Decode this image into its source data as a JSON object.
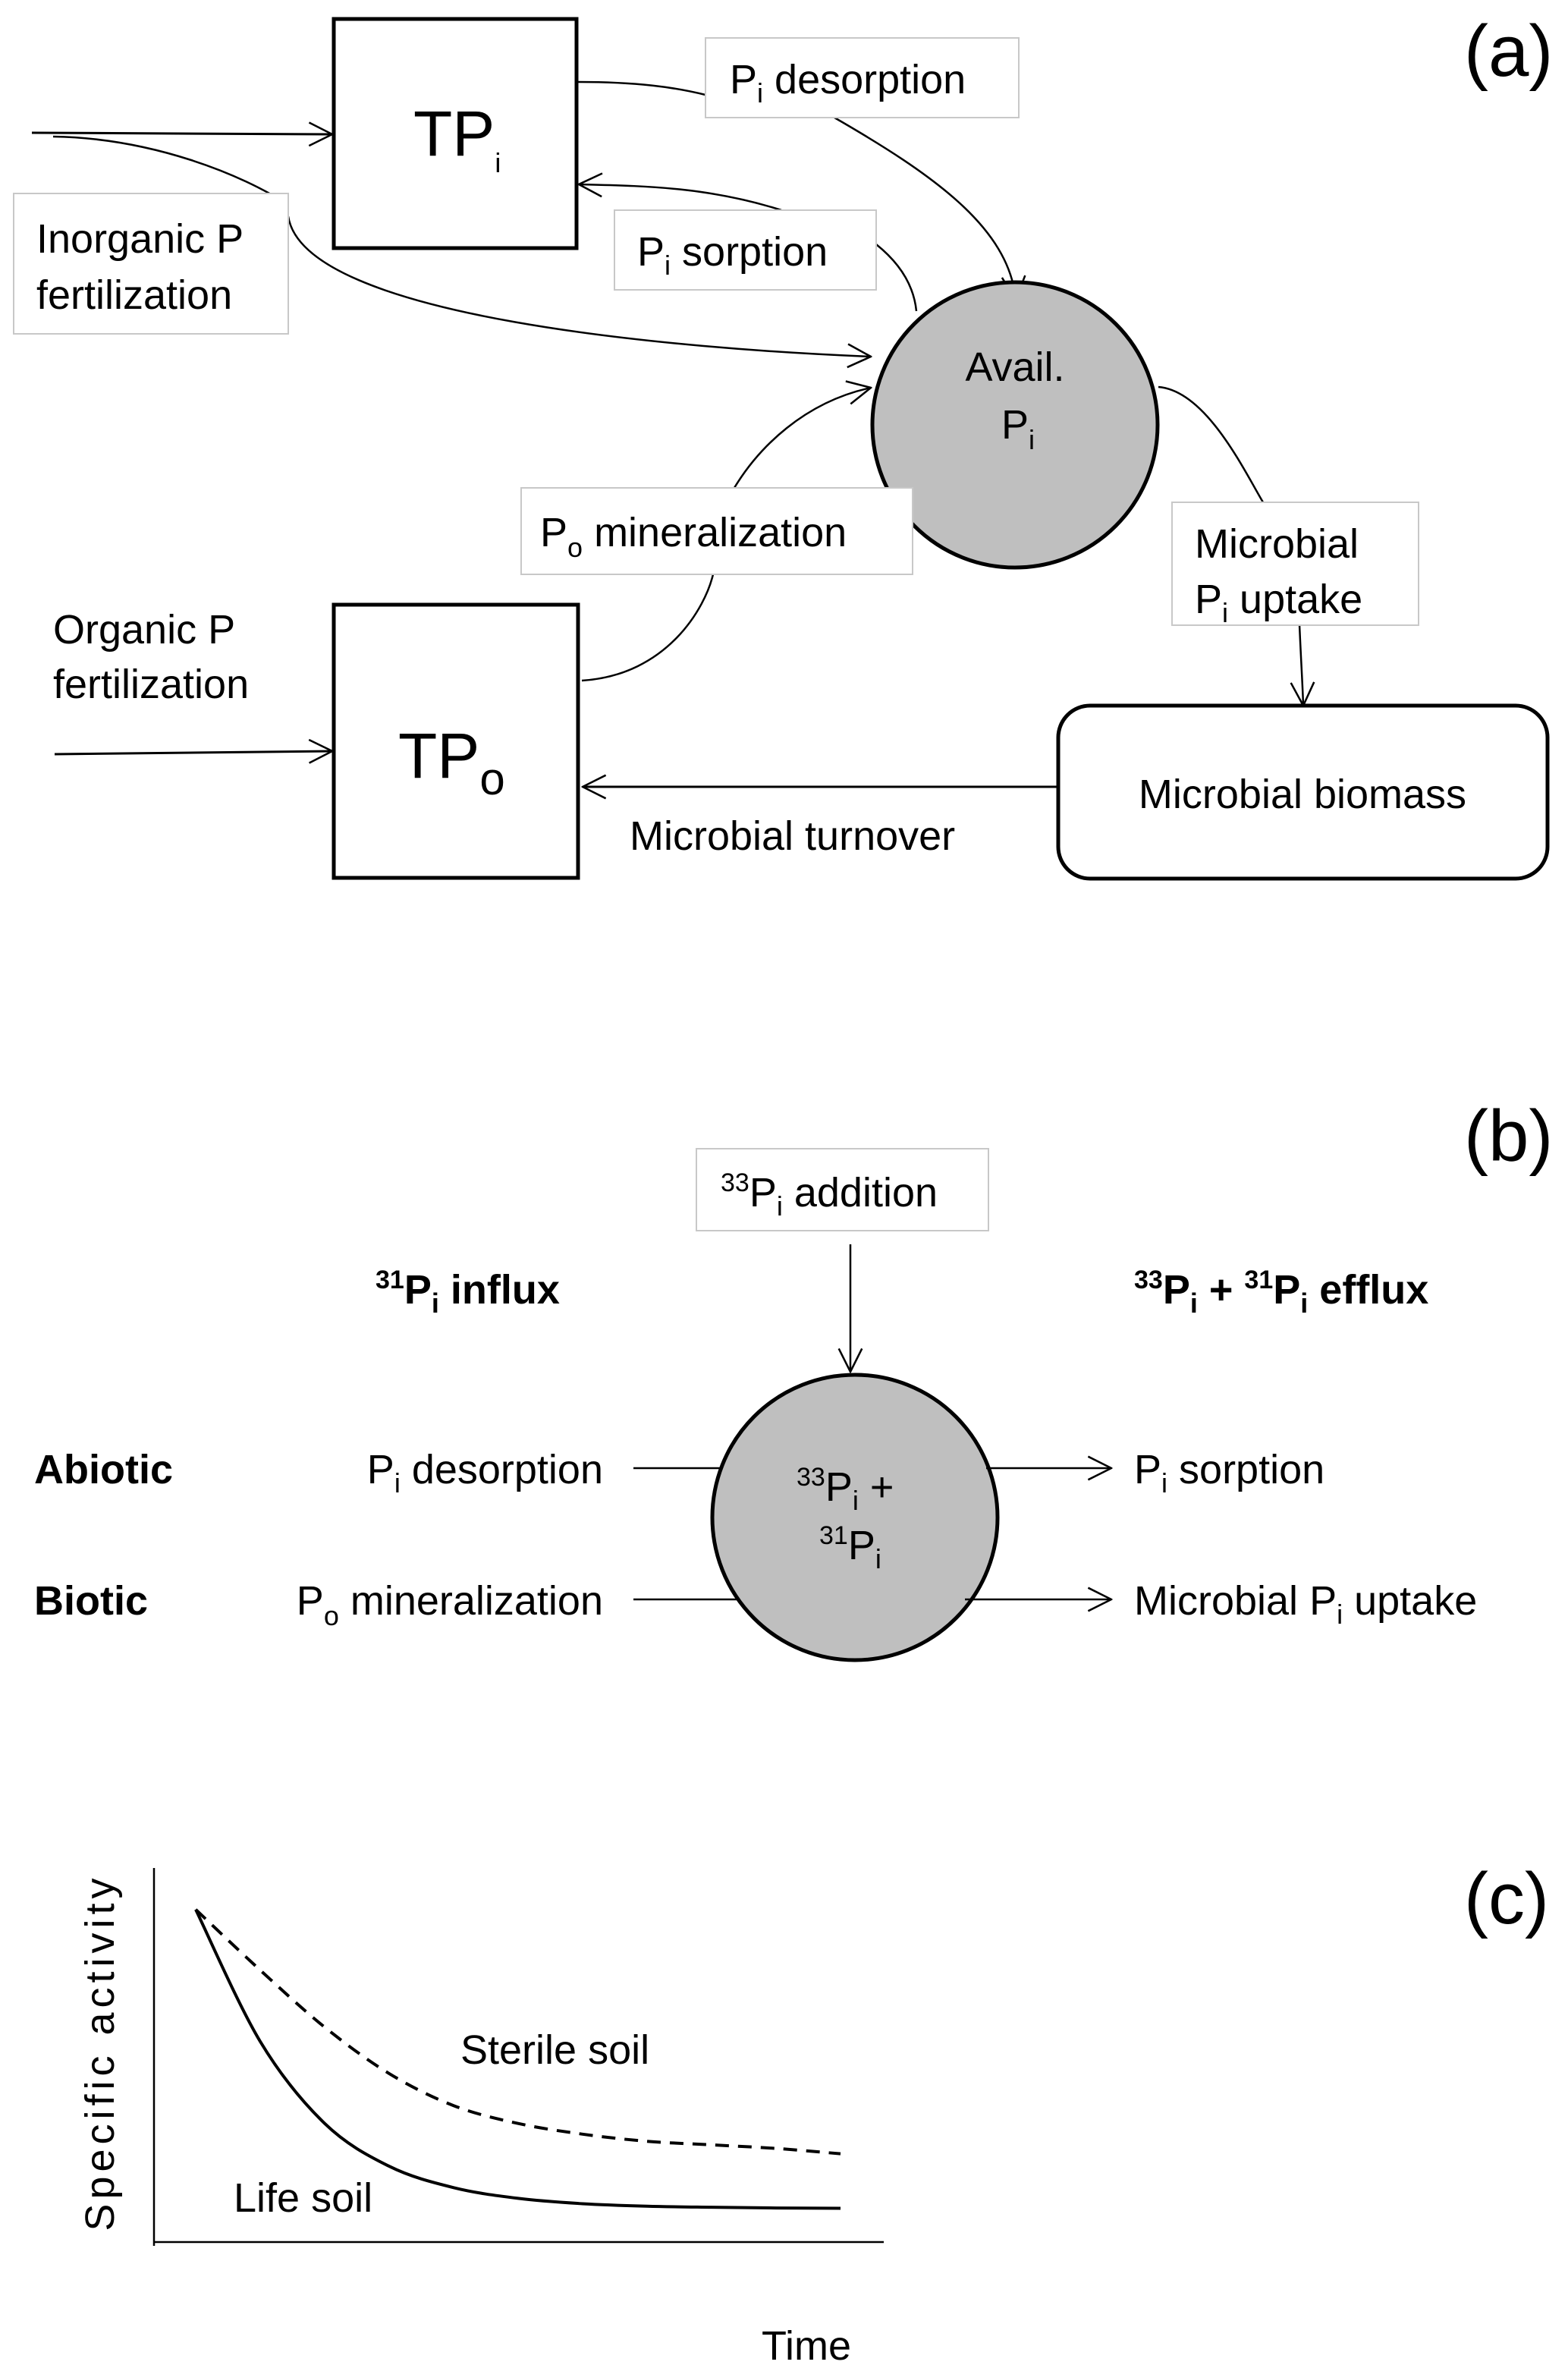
{
  "panel_a": {
    "panel_label": "(a)",
    "nodes": {
      "tp_i": {
        "main": "TP",
        "sub": "i"
      },
      "tp_o": {
        "main": "TP",
        "sub": "o"
      },
      "avail_pi": {
        "line1": "Avail.",
        "line2_main": "P",
        "line2_sub": "i"
      },
      "microbial_biomass": "Microbial biomass"
    },
    "flows": {
      "inorganic_fert": {
        "line1": "Inorganic P",
        "line2": "fertilization"
      },
      "organic_fert": {
        "line1": "Organic P",
        "line2": "fertilization"
      },
      "pi_desorption": {
        "main": "P",
        "sub": "i",
        "rest": " desorption"
      },
      "pi_sorption": {
        "main": "P",
        "sub": "i",
        "rest": " sorption"
      },
      "po_mineralization": {
        "main": "P",
        "sub": "o",
        "rest": "  mineralization"
      },
      "microbial_uptake": {
        "line1": "Microbial",
        "line2_main": "P",
        "line2_sub": "i",
        "line2_rest": " uptake"
      },
      "microbial_turnover": "Microbial turnover"
    }
  },
  "panel_b": {
    "panel_label": "(b)",
    "addition": {
      "sup": "33",
      "main": "P",
      "sub": "i",
      "rest": " addition"
    },
    "influx_header": {
      "sup": "31",
      "main": "P",
      "sub": "i",
      "rest": " influx"
    },
    "efflux_header": {
      "sup1": "33",
      "main1": "P",
      "sub1": "i",
      "plus": " + ",
      "sup2": "31",
      "main2": "P",
      "sub2": "i",
      "rest": " efflux"
    },
    "pool": {
      "line1_sup": "33",
      "line1_main": "P",
      "line1_sub": "i",
      "line1_rest": " +",
      "line2_sup": "31",
      "line2_main": "P",
      "line2_sub": "i"
    },
    "rows": [
      {
        "category": "Abiotic",
        "in_main": "P",
        "in_sub": "i",
        "in_rest": " desorption",
        "out_main": "P",
        "out_sub": "i",
        "out_rest": " sorption",
        "out_prefix": ""
      },
      {
        "category": "Biotic",
        "in_main": "P",
        "in_sub": "o",
        "in_rest": "  mineralization",
        "out_prefix": "Microbial ",
        "out_main": "P",
        "out_sub": "i",
        "out_rest": " uptake"
      }
    ]
  },
  "panel_c": {
    "panel_label": "(c)"
  },
  "chart_data": {
    "type": "line",
    "title": "",
    "xlabel": "Time",
    "ylabel": "Specific activity",
    "grid": false,
    "xlim": [
      0,
      10
    ],
    "ylim": [
      0,
      10
    ],
    "ticks": "none",
    "series": [
      {
        "name": "Sterile soil",
        "style": "dashed",
        "x": [
          0,
          1,
          2,
          3,
          4,
          5,
          6,
          7,
          8,
          9,
          10
        ],
        "values": [
          8.9,
          7.2,
          5.6,
          4.3,
          3.4,
          2.9,
          2.6,
          2.4,
          2.3,
          2.2,
          2.05
        ]
      },
      {
        "name": "Life soil",
        "style": "solid",
        "x": [
          0,
          1,
          2,
          3,
          4,
          5,
          6,
          7,
          8,
          9,
          10
        ],
        "values": [
          8.9,
          5.2,
          2.9,
          1.7,
          1.1,
          0.8,
          0.65,
          0.58,
          0.55,
          0.53,
          0.52
        ]
      }
    ],
    "annotations": [
      {
        "text": "Sterile soil",
        "series": "Sterile soil"
      },
      {
        "text": "Life soil",
        "series": "Life soil"
      }
    ]
  }
}
